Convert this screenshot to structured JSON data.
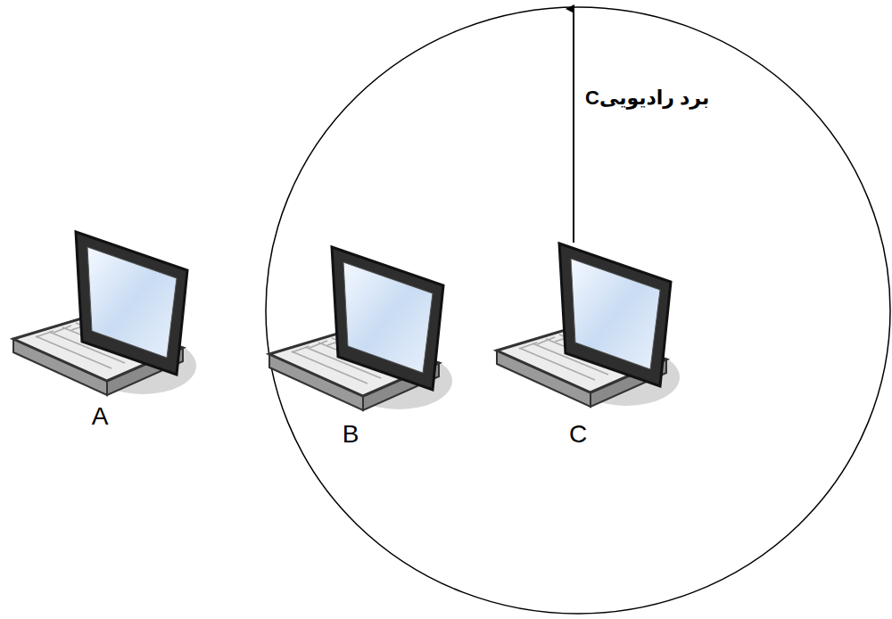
{
  "diagram": {
    "labels": [
      "A",
      "B",
      "C",
      "برد رادیوییC"
    ]
  }
}
